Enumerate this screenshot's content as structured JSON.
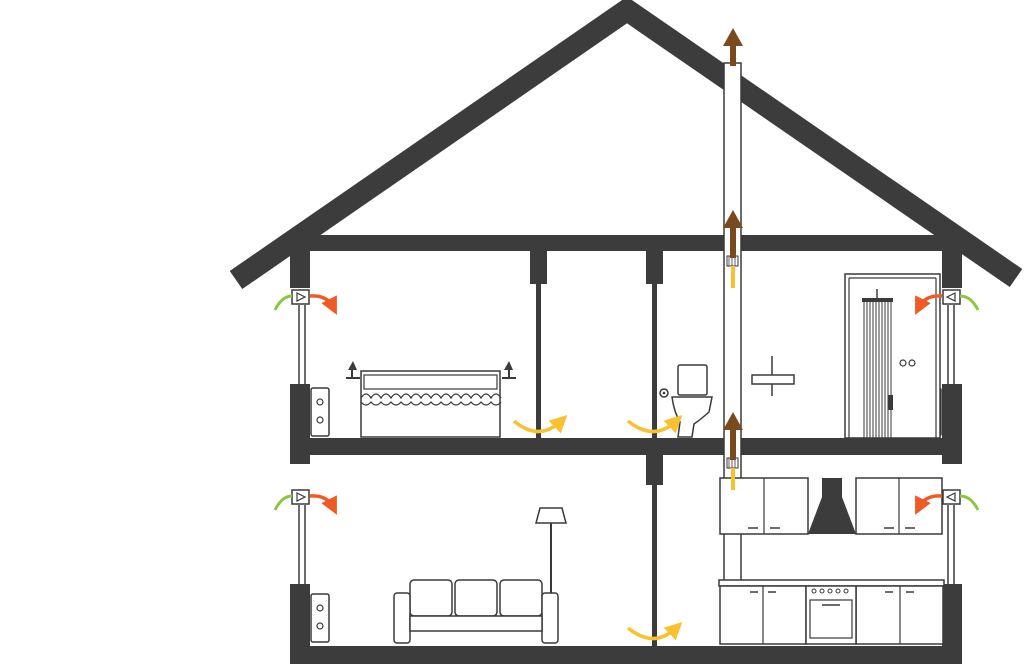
{
  "diagram": {
    "type": "house-ventilation-cross-section",
    "floors": 2,
    "rooms": [
      {
        "name": "bedroom",
        "floor": "upper"
      },
      {
        "name": "hallway",
        "floor": "upper"
      },
      {
        "name": "bathroom",
        "floor": "upper"
      },
      {
        "name": "living-room",
        "floor": "lower"
      },
      {
        "name": "kitchen",
        "floor": "lower"
      }
    ],
    "airflow": {
      "fresh_air_inlets": 4,
      "transfer_flows": 3,
      "exhaust_vents": 2,
      "roof_outlet": 1
    }
  },
  "colors": {
    "structure": "#3c3c3c",
    "line": "#3a3a3a",
    "fresh_air": "#8dc63f",
    "supply_air": "#f15a24",
    "transfer_air": "#fbc02d",
    "exhaust_air": "#7a4a1e",
    "background": "#ffffff"
  }
}
